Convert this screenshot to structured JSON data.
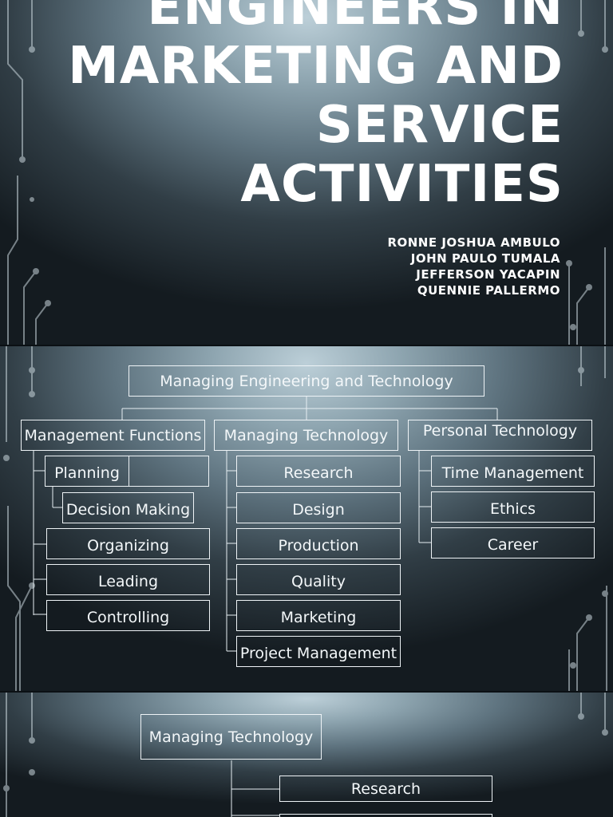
{
  "slide1": {
    "title": "ENGINEERS IN MARKETING AND SERVICE ACTIVITIES",
    "authors": [
      "RONNE JOSHUA AMBULO",
      "JOHN PAULO TUMALA",
      "JEFFERSON YACAPIN",
      "QUENNIE PALLERMO"
    ]
  },
  "slide2": {
    "root": "Managing Engineering and Technology",
    "branches": [
      {
        "label": "Management Functions",
        "items": [
          "Planning",
          "Decision Making",
          "Organizing",
          "Leading",
          "Controlling"
        ]
      },
      {
        "label": "Managing Technology",
        "items": [
          "Research",
          "Design",
          "Production",
          "Quality",
          "Marketing",
          "Project Management"
        ]
      },
      {
        "label": "Personal Technology",
        "items": [
          "Time Management",
          "Ethics",
          "Career"
        ]
      }
    ]
  },
  "slide3": {
    "root": "Managing Technology",
    "items": [
      "Research"
    ]
  }
}
